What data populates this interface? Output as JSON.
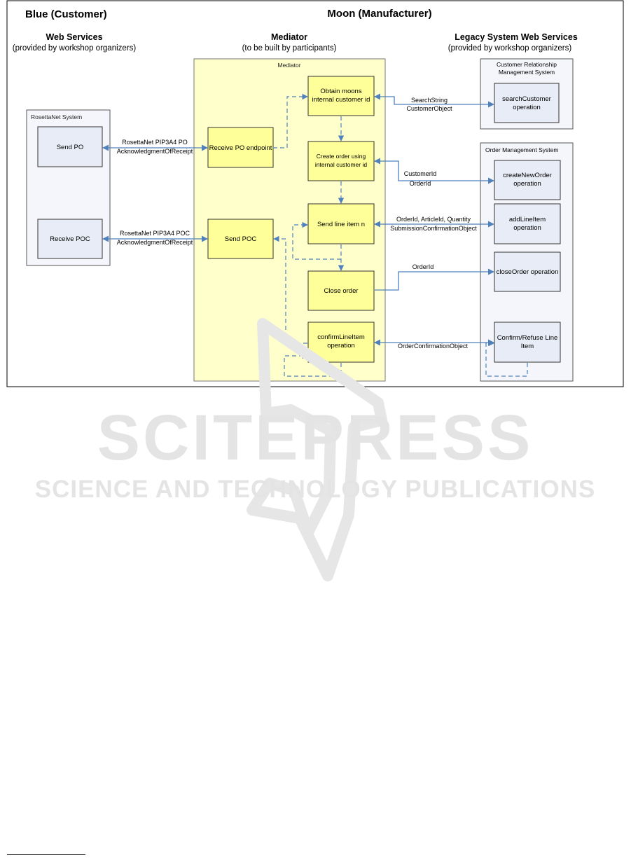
{
  "headers": {
    "blue": "Blue (Customer)",
    "moon": "Moon (Manufacturer)"
  },
  "columns": {
    "web_services": {
      "title": "Web Services",
      "subtitle": "(provided by workshop organizers)"
    },
    "mediator": {
      "title": "Mediator",
      "subtitle": "(to be built by participants)"
    },
    "legacy": {
      "title": "Legacy System Web Services",
      "subtitle": "(provided by workshop organizers)"
    }
  },
  "rosettanet": {
    "title": "RosettaNet System",
    "send_po": "Send PO",
    "receive_poc": "Receive POC"
  },
  "mediator": {
    "title": "Mediator",
    "receive_po": "Receive PO endpoint",
    "send_poc": "Send POC",
    "obtain_id": [
      "Obtain moons",
      "internal customer id"
    ],
    "create_order": [
      "Create order using",
      "internal customer id"
    ],
    "send_line_item": "Send line item n",
    "close_order": "Close order",
    "confirm_line_item": [
      "confirmLineItem",
      "operation"
    ]
  },
  "crm": {
    "title": [
      "Customer Relationship",
      "Management System"
    ],
    "search_customer": [
      "searchCustomer",
      "operation"
    ]
  },
  "oms": {
    "title": "Order Management System",
    "create_new_order": [
      "createNewOrder",
      "operation"
    ],
    "add_line_item": [
      "addLineItem",
      "operation"
    ],
    "close_order_op": "closeOrder operation",
    "confirm_refuse": [
      "Confirm/Refuse Line",
      "Item"
    ]
  },
  "messages": {
    "po": [
      "RosettaNet PIP3A4 PO",
      "AcknowledgmentOfReceipt"
    ],
    "poc": [
      "RosettaNet PIP3A4 POC",
      "AcknowledgmentOfReceipt"
    ],
    "search": [
      "SearchString",
      "CustomerObject"
    ],
    "create": [
      "CustomerId",
      "OrderId"
    ],
    "add_line": [
      "OrderId, ArticleId, Quantity",
      "SubmissionConfirmationObject"
    ],
    "close": "OrderId",
    "confirm": "OrderConfirmationObject"
  },
  "watermark": {
    "name": "SCITEPRESS",
    "tagline": "SCIENCE AND TECHNOLOGY PUBLICATIONS"
  },
  "colors": {
    "arrow": "#4f81bd",
    "mediator_fill": "#ffffcc",
    "step_fill": "#ffff99",
    "system_fill": "#f4f6fb",
    "op_fill": "#e8ecf6",
    "watermark": "#e4e4e4"
  }
}
